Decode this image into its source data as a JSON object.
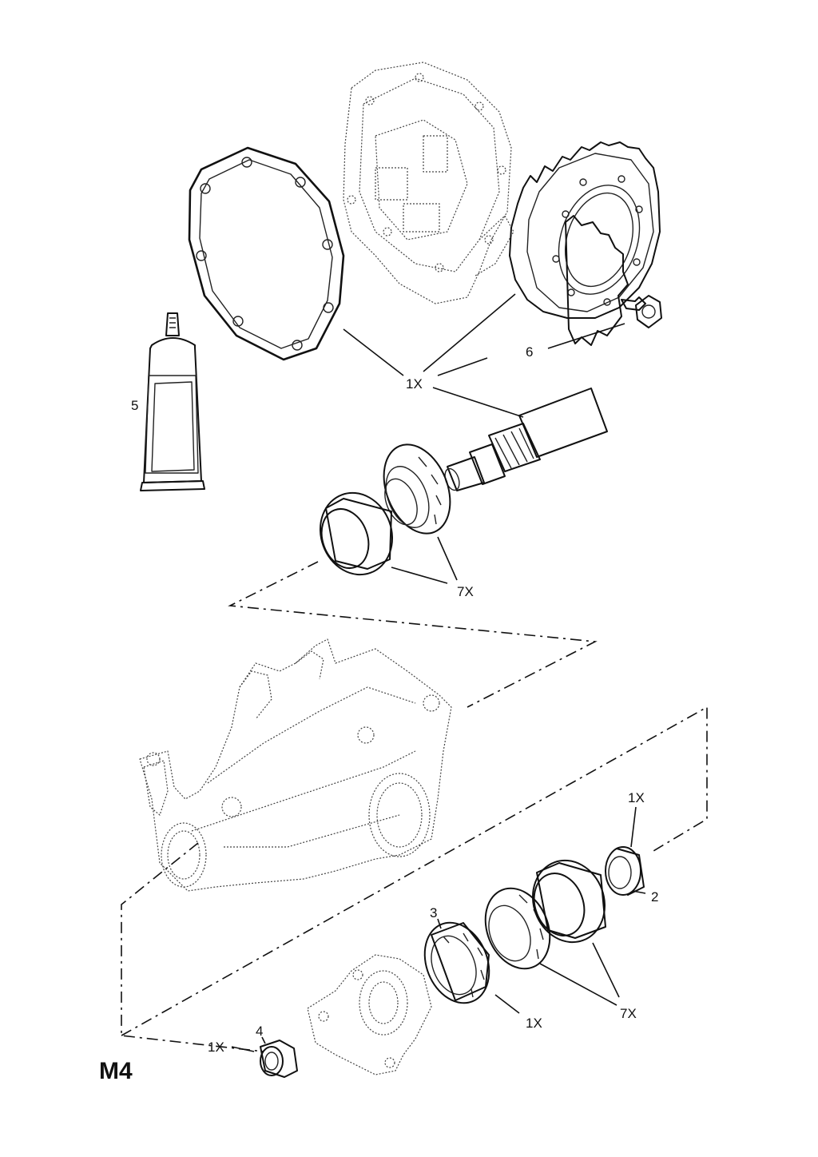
{
  "diagram": {
    "section_code": "M4",
    "labels": {
      "tube_5": "5",
      "ring_gear_qty": "1X",
      "bolt_6": "6",
      "pinion_bearing_qty": "7X",
      "right_bearing_qty_top": "1X",
      "right_seal_2": "2",
      "bearing_3": "3",
      "bearing_3_qty": "1X",
      "diff_bearing_qty": "7X",
      "nut_4": "4",
      "nut_4_qty": "1X"
    }
  }
}
